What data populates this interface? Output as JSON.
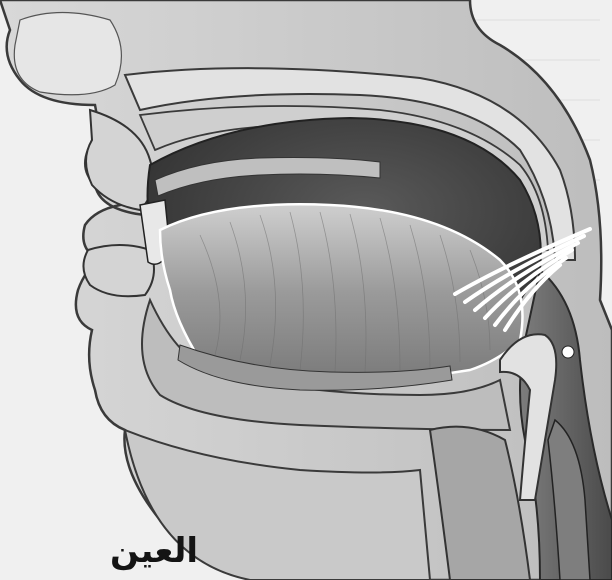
{
  "caption": "العين",
  "colors": {
    "paper": "#f1f1f1",
    "skin": "#cfcfcf",
    "outline": "#3a3a3a",
    "cavity": "#4a4a4a",
    "tongue": "#9c9c9c",
    "highlight": "#ffffff"
  },
  "icons": [
    "sound-wave-arcs",
    "articulation-point-dot"
  ]
}
